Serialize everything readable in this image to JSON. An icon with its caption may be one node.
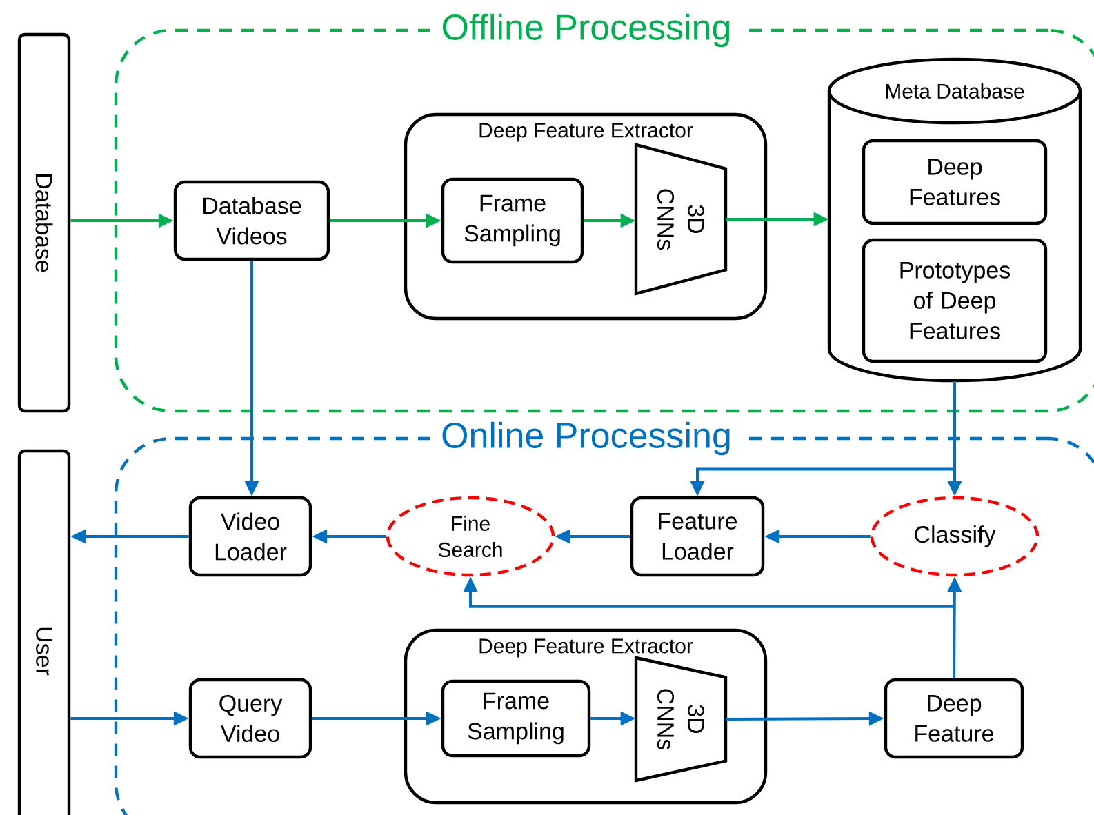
{
  "diagram": {
    "nodes": [
      {
        "text": [
          "Database"
        ]
      },
      {
        "text": [
          "Offline Processing"
        ]
      },
      {
        "text": [
          "Database Videos"
        ],
        "in": 1
      },
      {
        "text": [
          "Deep Feature Extractor"
        ],
        "in": 1
      },
      {
        "text": [
          "Frame Sampling"
        ],
        "in": 3
      },
      {
        "text": [
          "3D CNNs"
        ],
        "in": 3
      },
      {
        "text": [
          "Meta Database"
        ],
        "in": 1
      },
      {
        "text": [
          "Deep Features"
        ],
        "in": 6
      },
      {
        "text": [
          "Prototypes of Deep Features"
        ],
        "in": 6
      },
      {
        "text": [
          "User"
        ]
      },
      {
        "text": [
          "Online Processing"
        ]
      },
      {
        "text": [
          "Video Loader"
        ],
        "in": 10
      },
      {
        "text": [
          "Fine Search"
        ],
        "in": 10
      },
      {
        "text": [
          "Feature Loader"
        ],
        "in": 10
      },
      {
        "text": [
          "Classify"
        ],
        "in": 10
      },
      {
        "text": [
          "Query Video"
        ],
        "in": 10
      },
      {
        "text": [
          "Deep Feature Extractor"
        ],
        "in": 10
      },
      {
        "text": [
          "Frame Sampling"
        ],
        "in": 16
      },
      {
        "text": [
          "3D CNNs"
        ],
        "in": 16
      },
      {
        "text": [
          "Deep Feature"
        ],
        "in": 10
      }
    ],
    "edges": [
      {
        "from": 0,
        "to": 2,
        "arrow": "to",
        "color": "#00b050"
      },
      {
        "from": 2,
        "to": 4,
        "arrow": "to",
        "color": "#00b050"
      },
      {
        "from": 4,
        "to": 5,
        "arrow": "to",
        "color": "#00b050"
      },
      {
        "from": 5,
        "to": 6,
        "arrow": "to",
        "color": "#00b050"
      },
      {
        "from": 2,
        "to": 11,
        "arrow": "to"
      },
      {
        "from": 6,
        "to": 13,
        "arrow": "to"
      },
      {
        "from": 6,
        "to": 14,
        "arrow": "to"
      },
      {
        "from": 14,
        "to": 13,
        "arrow": "to"
      },
      {
        "from": 13,
        "to": 12,
        "arrow": "to"
      },
      {
        "from": 12,
        "to": 11,
        "arrow": "to"
      },
      {
        "from": 11,
        "to": 9,
        "arrow": "to"
      },
      {
        "from": 9,
        "to": 15,
        "arrow": "to"
      },
      {
        "from": 15,
        "to": 17,
        "arrow": "to"
      },
      {
        "from": 17,
        "to": 18,
        "arrow": "to"
      },
      {
        "from": 18,
        "to": 19,
        "arrow": "to"
      },
      {
        "from": 19,
        "to": 14,
        "arrow": "to"
      },
      {
        "from": 19,
        "to": 12,
        "arrow": "to"
      }
    ]
  }
}
